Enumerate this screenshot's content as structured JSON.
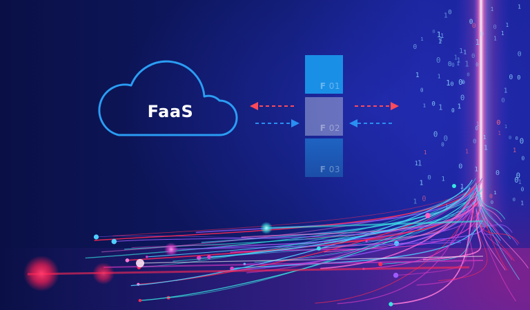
{
  "cloud": {
    "label": "FaaS"
  },
  "functions": [
    {
      "prefix": "F",
      "number": "01"
    },
    {
      "prefix": "F",
      "number": "02"
    },
    {
      "prefix": "F",
      "number": "03"
    }
  ],
  "colors": {
    "cloud_outline": "#2a9df4",
    "arrow_outgoing": "#ff4a5a",
    "arrow_incoming": "#2a8ff2",
    "fiber_cyan": "#39e6e0",
    "fiber_magenta": "#e23cc8",
    "fiber_red": "#ff2a55"
  },
  "binary_digits": [
    "0",
    "1"
  ],
  "icons": [
    "cloud-icon",
    "arrow-left-icon",
    "arrow-right-icon"
  ]
}
